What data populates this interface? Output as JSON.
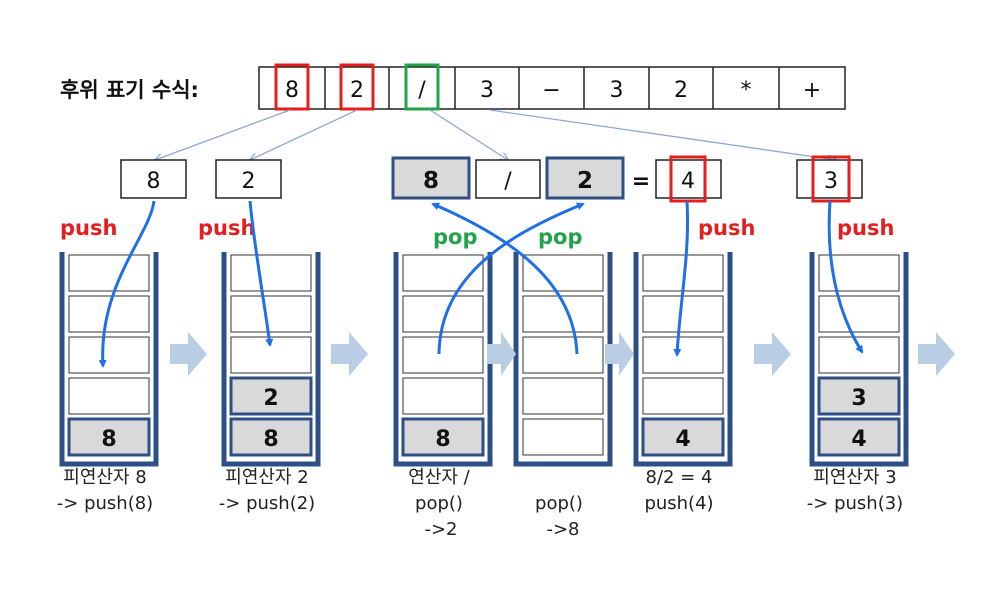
{
  "header": {
    "label": "후위 표기 수식:"
  },
  "expression": {
    "tokens": [
      "8",
      "2",
      "/",
      "3",
      "−",
      "3",
      "2",
      "*",
      "+"
    ],
    "highlight": [
      "red",
      "red",
      "green",
      "none",
      "none",
      "none",
      "none",
      "none",
      "none"
    ]
  },
  "operands": {
    "first": "8",
    "second": "2",
    "op_left": "8",
    "op_symbol": "/",
    "op_right": "2",
    "equals": "=",
    "result": "4",
    "next": "3"
  },
  "actions": {
    "push1": "push",
    "push2": "push",
    "push3": "push",
    "push4": "push",
    "pop1": "pop",
    "pop2": "pop"
  },
  "stacks": [
    {
      "cells": [
        "",
        "",
        "",
        "",
        "8"
      ]
    },
    {
      "cells": [
        "",
        "",
        "",
        "2",
        "8"
      ]
    },
    {
      "cells": [
        "",
        "",
        "",
        "",
        "8"
      ]
    },
    {
      "cells": [
        "",
        "",
        "",
        "",
        ""
      ]
    },
    {
      "cells": [
        "",
        "",
        "",
        "",
        "4"
      ]
    },
    {
      "cells": [
        "",
        "",
        "",
        "3",
        "4"
      ]
    }
  ],
  "captions": [
    [
      "피연산자 8",
      "-> push(8)"
    ],
    [
      "피연산자 2",
      "-> push(2)"
    ],
    [
      "연산자 /",
      "pop()",
      "->2"
    ],
    [
      "pop()",
      "->8"
    ],
    [
      "8/2 = 4",
      "push(4)"
    ],
    [
      "피연산자 3",
      "-> push(3)"
    ]
  ],
  "colors": {
    "red": "#e41e1e",
    "green": "#22a34a",
    "blue_arrow": "#1f6fe8",
    "light_arrow": "#8fa9cf",
    "stack_border": "#2e4f86",
    "filled_cell": "#d9d9d9",
    "step_arrow": "#b9cde4"
  }
}
